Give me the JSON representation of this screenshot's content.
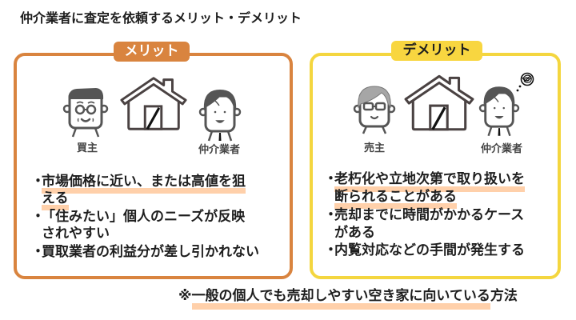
{
  "title": "仲介業者に査定を依頼するメリット・デメリット",
  "colors": {
    "merit_accent": "#d9843f",
    "demerit_accent": "#f4d63f",
    "highlight": "#ffd0aa",
    "figure_stroke": "#555555"
  },
  "merit": {
    "label": "メリット",
    "figures": {
      "left_label": "買主",
      "right_label": "仲介業者"
    },
    "items": [
      {
        "bullet": "・",
        "lines": [
          "市場価格に近い、または高値を狙",
          "える"
        ],
        "highlighted": true
      },
      {
        "bullet": "・",
        "lines": [
          "「住みたい」個人のニーズが反映",
          "されやすい"
        ],
        "highlighted": false
      },
      {
        "bullet": "・",
        "lines": [
          "買取業者の利益分が差し引かれない"
        ],
        "highlighted": false
      }
    ]
  },
  "demerit": {
    "label": "デメリット",
    "figures": {
      "left_label": "売主",
      "right_label": "仲介業者"
    },
    "items": [
      {
        "bullet": "・",
        "lines": [
          "老朽化や立地次第で取り扱いを",
          "断られることがある"
        ],
        "highlighted": true
      },
      {
        "bullet": "・",
        "lines": [
          "売却までに時間がかかるケース",
          "がある"
        ],
        "highlighted": false
      },
      {
        "bullet": "・",
        "lines": [
          "内覧対応などの手間が発生する"
        ],
        "highlighted": false
      }
    ]
  },
  "footer": {
    "prefix": "※",
    "highlighted_text": "一般の個人でも売却しやすい空き家に向いている",
    "suffix": "方法"
  }
}
